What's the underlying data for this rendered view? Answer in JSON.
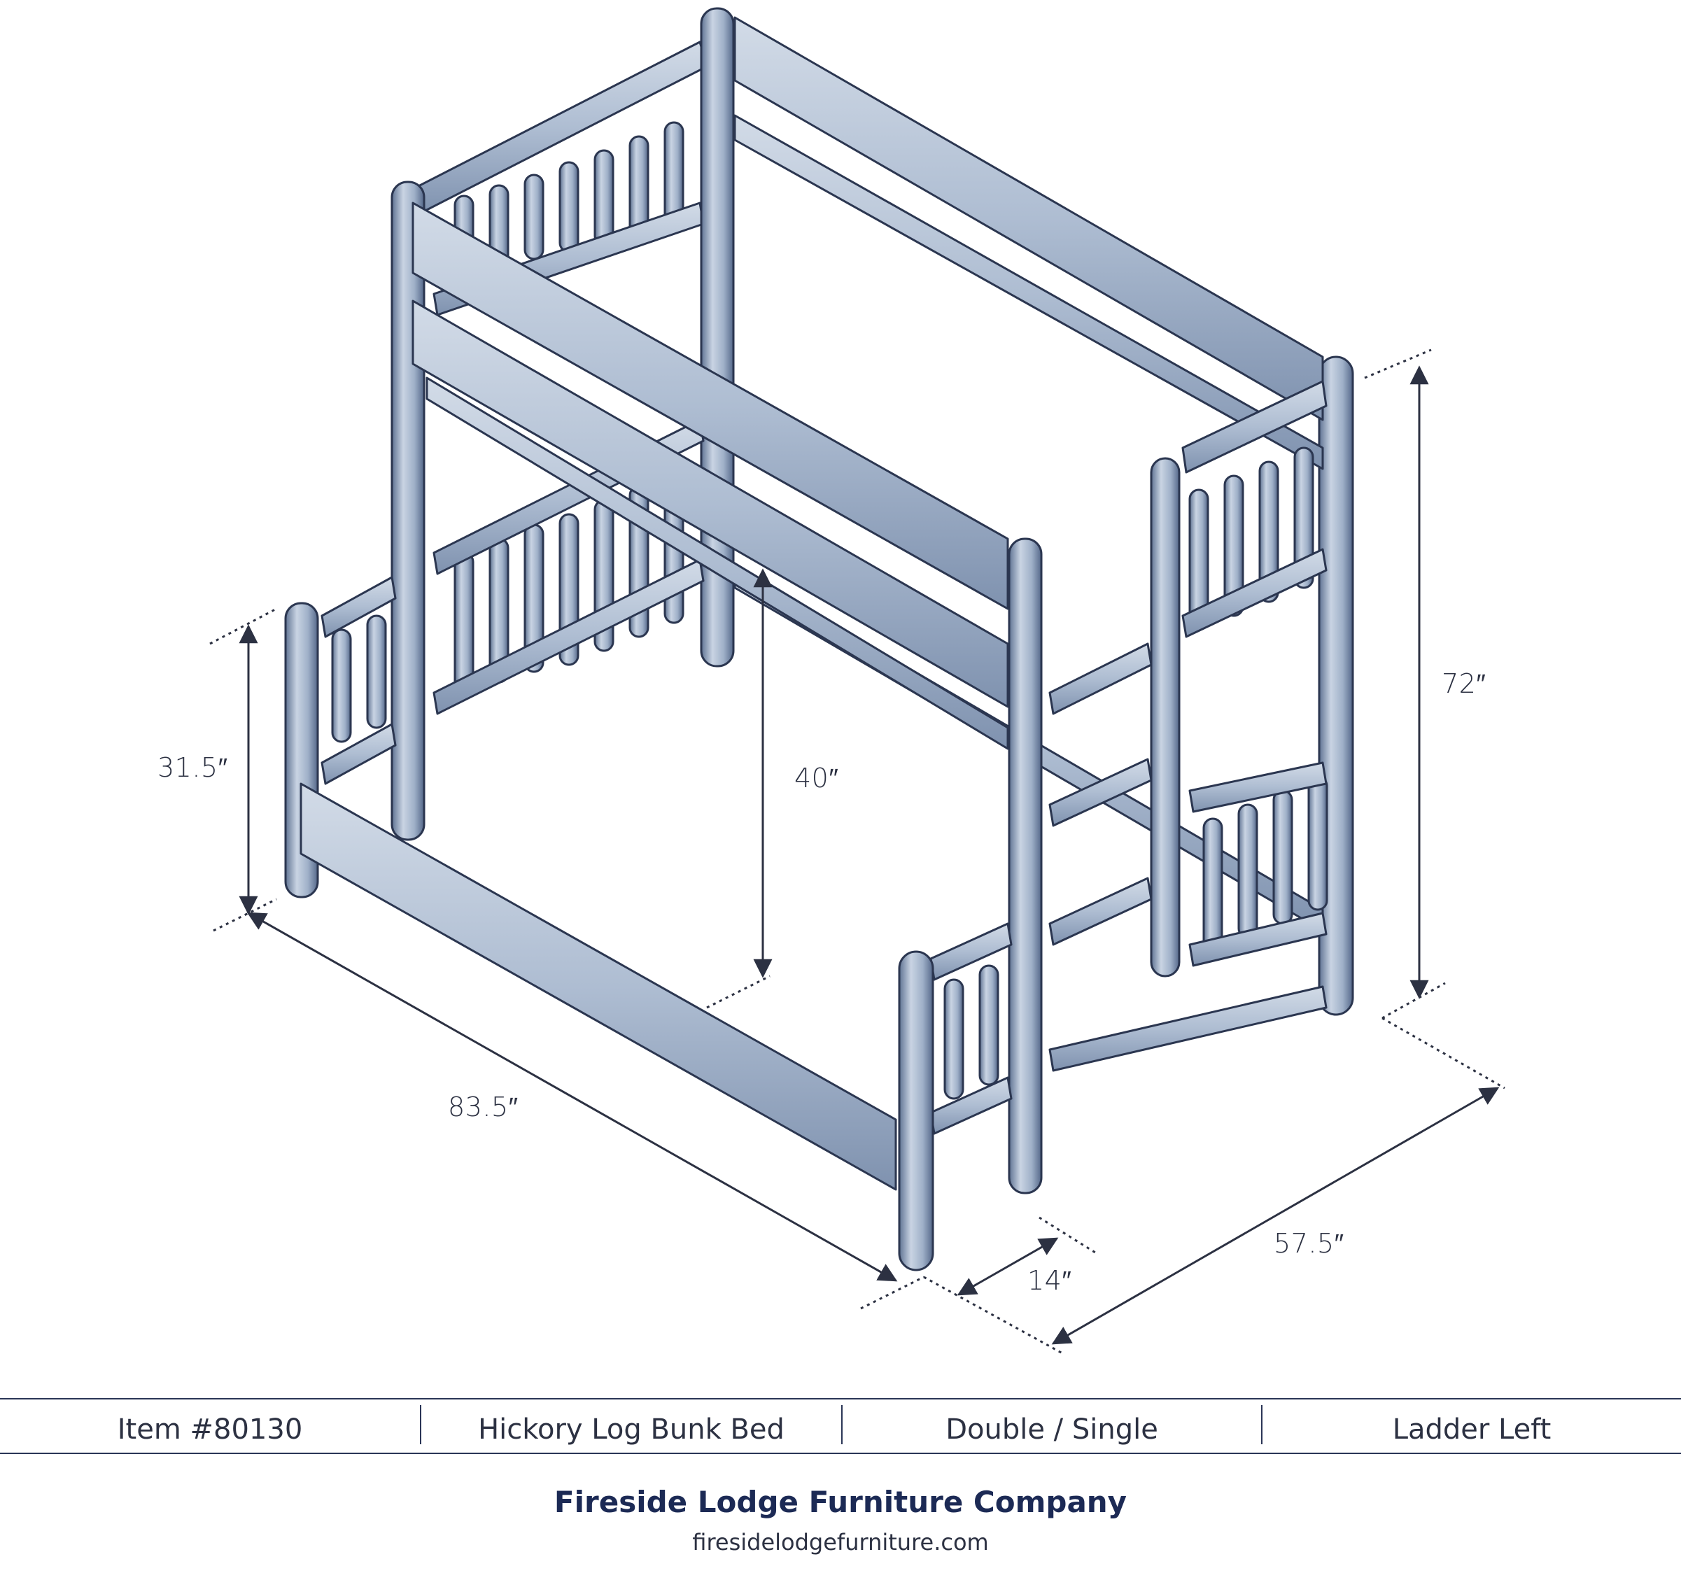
{
  "dimensions": {
    "height_total": "72″",
    "end_height": "31.5″",
    "bunk_clearance": "40″",
    "length": "83.5″",
    "width": "57.5″",
    "ladder_depth": "14″"
  },
  "spec_bar": {
    "item": "Item #80130",
    "name": "Hickory Log Bunk Bed",
    "size": "Double / Single",
    "ladder": "Ladder Left"
  },
  "footer": {
    "company": "Fireside Lodge Furniture Company",
    "website": "firesidelodgefurniture.com"
  },
  "colors": {
    "wood": "#b9c6d8",
    "wood_dark": "#5b6e8c",
    "outline": "#2b3650",
    "rule": "#2a3556"
  }
}
